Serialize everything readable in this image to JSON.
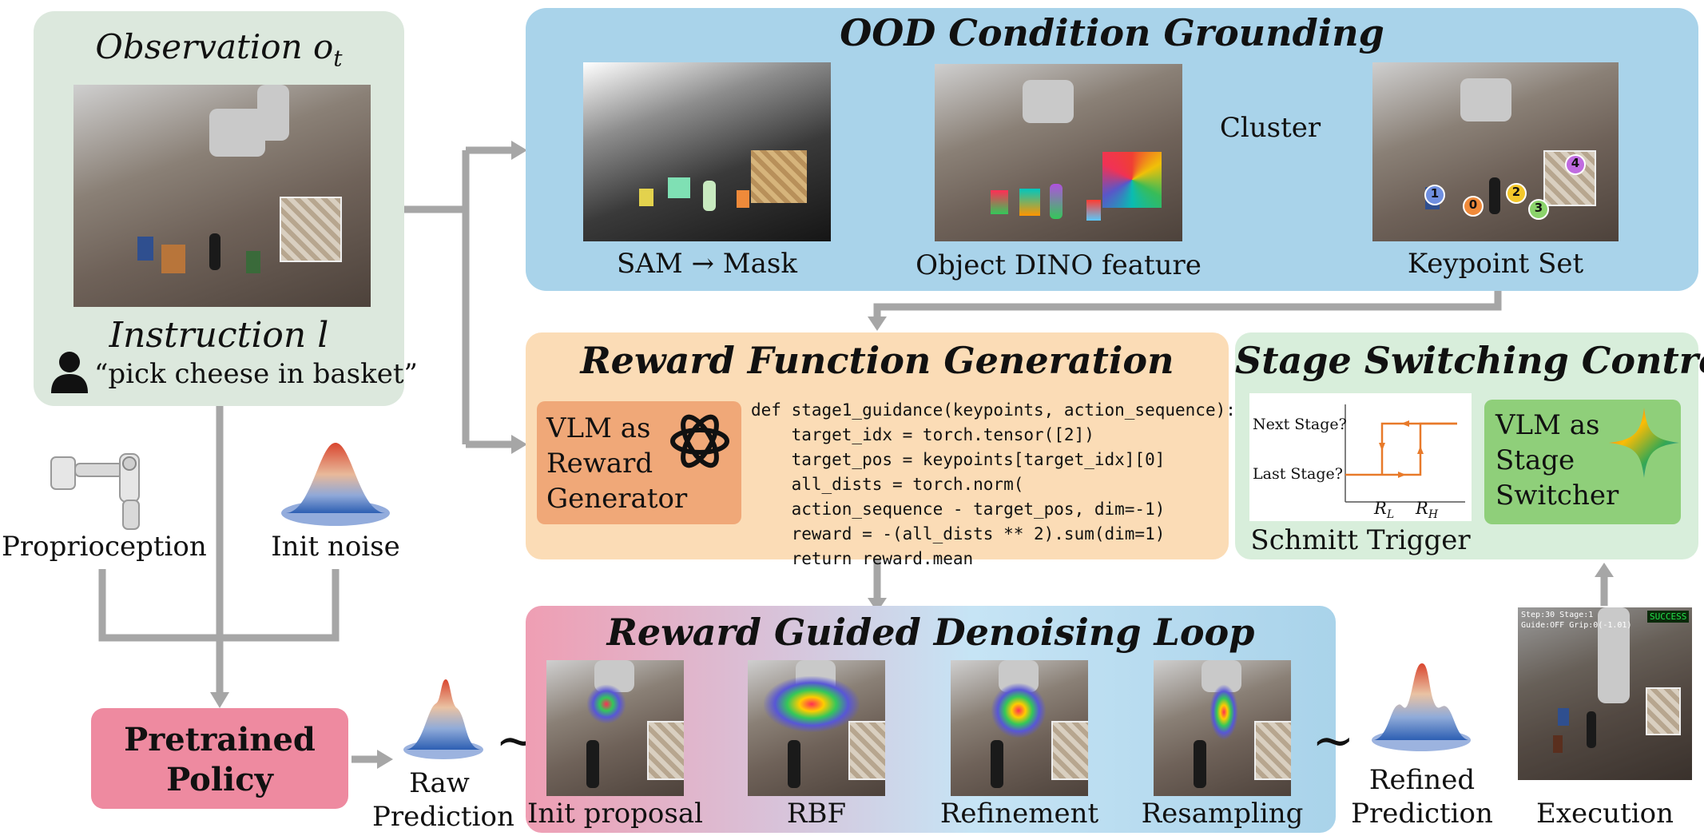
{
  "observation": {
    "title_prefix": "Observation ",
    "title_var": "o",
    "title_sub": "t",
    "instruction_prefix": "Instruction ",
    "instruction_var": "l",
    "instruction_text": "“pick cheese in basket”"
  },
  "inputs": {
    "proprioception": "Proprioception",
    "init_noise": "Init noise"
  },
  "policy": {
    "line1": "Pretrained",
    "line2": "Policy",
    "raw_line1": "Raw",
    "raw_line2": "Prediction",
    "tilde": "~"
  },
  "ood": {
    "title": "OOD Condition Grounding",
    "sam_label": "SAM → Mask",
    "dino_label": "Object DINO feature",
    "cluster_label": "Cluster",
    "keypoint_label": "Keypoint Set",
    "keypoint_ids": [
      "0",
      "1",
      "2",
      "3",
      "4"
    ]
  },
  "reward": {
    "title": "Reward Function Generation",
    "vlm_line1": "VLM as",
    "vlm_line2": "Reward",
    "vlm_line3": "Generator",
    "code": [
      "def stage1_guidance(keypoints, action_sequence):",
      "    target_idx = torch.tensor([2])",
      "    target_pos = keypoints[target_idx][0]",
      "    all_dists = torch.norm(",
      "    action_sequence - target_pos, dim=-1)",
      "    reward = -(all_dists ** 2).sum(dim=1)",
      "    return reward.mean"
    ]
  },
  "stage": {
    "title": "Stage Switching Control",
    "next_stage": "Next Stage?",
    "last_stage": "Last Stage?",
    "rl": "R",
    "rl_sub": "L",
    "rh": "R",
    "rh_sub": "H",
    "schmitt_label": "Schmitt Trigger",
    "vlm_line1": "VLM as",
    "vlm_line2": "Stage",
    "vlm_line3": "Switcher"
  },
  "denoise": {
    "title": "Reward Guided Denoising Loop",
    "steps": [
      "Init proposal",
      "RBF",
      "Refinement",
      "Resampling"
    ],
    "tilde": "~"
  },
  "output": {
    "refined_line1": "Refined",
    "refined_line2": "Prediction",
    "execution": "Execution",
    "hud_line1": "Step:30  Stage:1",
    "hud_line2": "Guide:OFF  Grip:0(-1.01)",
    "success": "SUCCESS"
  },
  "colors": {
    "observation_bg": "#dce8dd",
    "ood_bg": "#a9d3ea",
    "reward_bg": "#fbdcb6",
    "stage_bg": "#d8eedb",
    "vlm_reward_bg": "#f0a878",
    "vlm_stage_bg": "#8fcf7a",
    "policy_bg": "#ee8aa0",
    "arrow": "#a6a6a6",
    "trigger": "#e87a2a"
  }
}
